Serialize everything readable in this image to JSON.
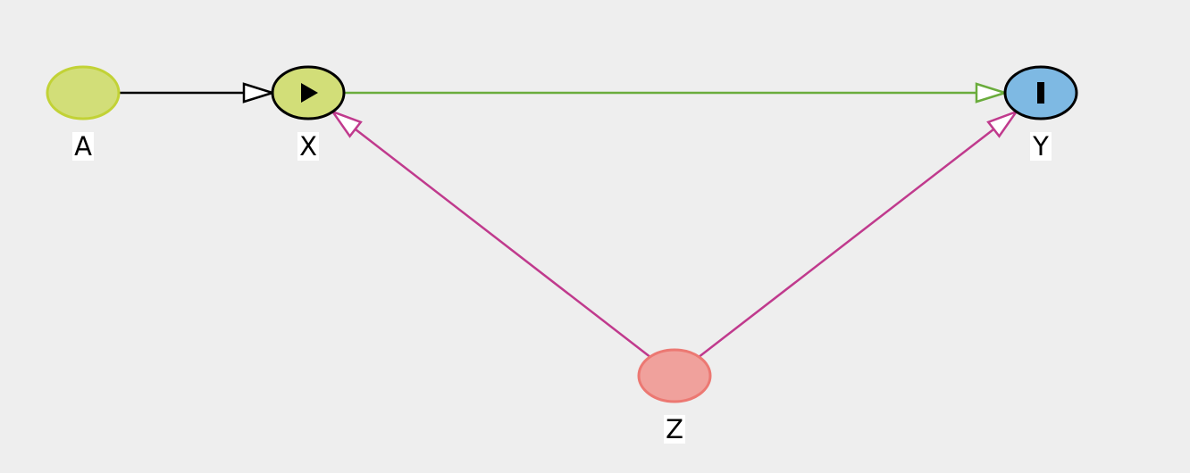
{
  "diagram": {
    "background": "#eeeeee",
    "nodes": [
      {
        "id": "A",
        "label": "A",
        "fill": "#d2de78",
        "stroke": "#c2d236",
        "role": "ancestor"
      },
      {
        "id": "X",
        "label": "X",
        "fill": "#d2de78",
        "stroke": "#000000",
        "role": "exposure",
        "marker_icon": "play-icon"
      },
      {
        "id": "Y",
        "label": "Y",
        "fill": "#7eb9e3",
        "stroke": "#000000",
        "role": "outcome",
        "marker_icon": "bar-icon"
      },
      {
        "id": "Z",
        "label": "Z",
        "fill": "#f0a19c",
        "stroke": "#ec7872",
        "role": "confounder"
      }
    ],
    "edges": [
      {
        "from": "A",
        "to": "X",
        "color": "#000000"
      },
      {
        "from": "X",
        "to": "Y",
        "color": "#6aac3c"
      },
      {
        "from": "Z",
        "to": "X",
        "color": "#c03a8d"
      },
      {
        "from": "Z",
        "to": "Y",
        "color": "#c03a8d"
      }
    ]
  }
}
